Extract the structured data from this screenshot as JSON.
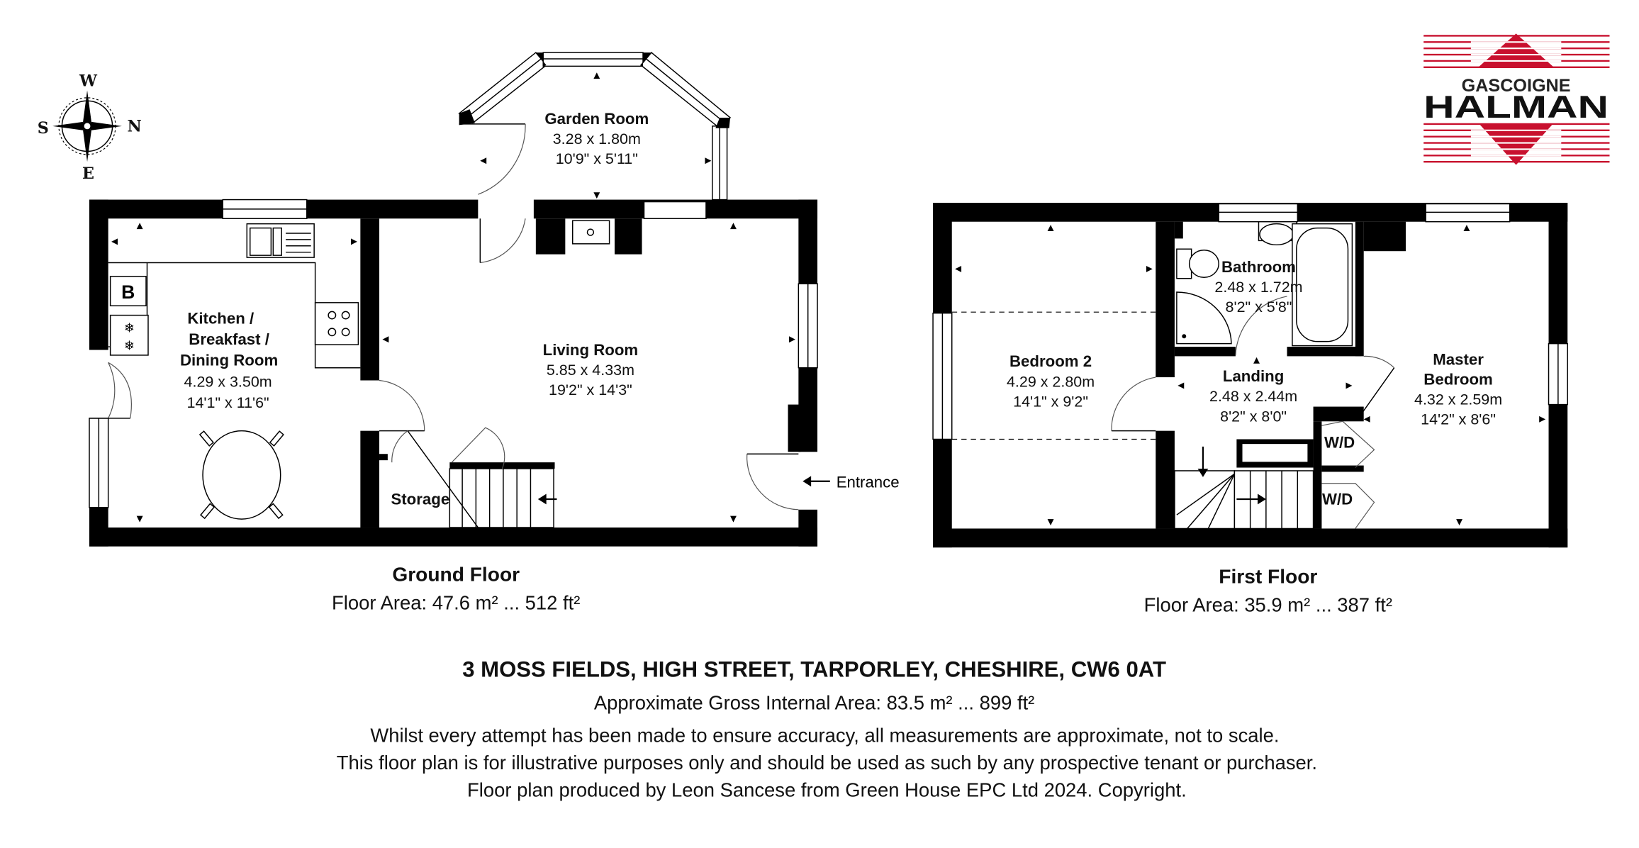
{
  "compass": {
    "north": "N",
    "south": "S",
    "east": "E",
    "west": "W"
  },
  "logo": {
    "line1": "GASCOIGNE",
    "line2": "HALMAN",
    "color": "#c8102e"
  },
  "ground_floor": {
    "title": "Ground Floor",
    "area": "Floor Area: 47.6 m² ... 512 ft²",
    "rooms": {
      "garden": {
        "name": "Garden Room",
        "metric": "3.28 x 1.80m",
        "imperial": "10'9\" x 5'11\""
      },
      "kitchen": {
        "name_1": "Kitchen /",
        "name_2": "Breakfast /",
        "name_3": "Dining Room",
        "metric": "4.29 x 3.50m",
        "imperial": "14'1\" x 11'6\""
      },
      "living": {
        "name": "Living Room",
        "metric": "5.85 x 4.33m",
        "imperial": "19'2\" x 14'3\""
      },
      "storage": {
        "name": "Storage"
      }
    },
    "boiler_label": "B",
    "entrance_label": "Entrance"
  },
  "first_floor": {
    "title": "First Floor",
    "area": "Floor Area: 35.9 m² ... 387 ft²",
    "rooms": {
      "bedroom2": {
        "name": "Bedroom 2",
        "metric": "4.29 x 2.80m",
        "imperial": "14'1\" x 9'2\""
      },
      "bathroom": {
        "name": "Bathroom",
        "metric": "2.48 x 1.72m",
        "imperial": "8'2\" x 5'8\""
      },
      "landing": {
        "name": "Landing",
        "metric": "2.48 x 2.44m",
        "imperial": "8'2\" x 8'0\""
      },
      "master": {
        "name_1": "Master",
        "name_2": "Bedroom",
        "metric": "4.32 x 2.59m",
        "imperial": "14'2\" x 8'6\""
      }
    },
    "wardrobe_label": "W/D"
  },
  "footer": {
    "address": "3 MOSS FIELDS, HIGH STREET, TARPORLEY, CHESHIRE, CW6 0AT",
    "gross_area": "Approximate Gross Internal Area: 83.5 m² ... 899 ft²",
    "disclaimer_1": "Whilst every attempt has been made to ensure accuracy, all measurements are approximate, not to scale.",
    "disclaimer_2": "This floor plan is for illustrative purposes only and should be used as such by any prospective tenant or purchaser.",
    "disclaimer_3": "Floor plan produced by Leon Sancese from Green House EPC Ltd 2024. Copyright."
  }
}
